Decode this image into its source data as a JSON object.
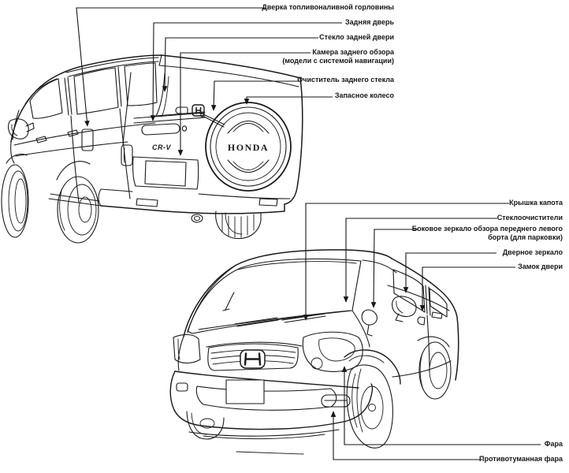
{
  "figure": {
    "type": "car-parts-diagram",
    "language": "ru",
    "views": [
      "rear three-quarter view",
      "front three-quarter view"
    ]
  },
  "rear_view": {
    "spare_wheel_brand": "HONDA",
    "model_badge": "CR-V",
    "callouts": [
      {
        "id": "fuel-filler-door",
        "label": "Дверка топливоналивной горловины"
      },
      {
        "id": "tailgate",
        "label": "Задняя дверь"
      },
      {
        "id": "tailgate-glass",
        "label": "Стекло задней двери"
      },
      {
        "id": "rear-view-camera",
        "label": "Камера заднего обзора",
        "label2": "(модели с системой навигации)"
      },
      {
        "id": "rear-wiper",
        "label": "Очиститель заднего стекла"
      },
      {
        "id": "spare-wheel",
        "label": "Запасное колесо"
      }
    ]
  },
  "front_view": {
    "callouts": [
      {
        "id": "hood",
        "label": "Крышка капота"
      },
      {
        "id": "windshield-wipers",
        "label": "Стеклоочистители"
      },
      {
        "id": "fender-parking-mirror",
        "label": "Боковое зеркало обзора переднего левого",
        "label2": "борта (для парковки)"
      },
      {
        "id": "door-mirror",
        "label": "Дверное зеркало"
      },
      {
        "id": "door-lock",
        "label": "Замок двери"
      },
      {
        "id": "headlight",
        "label": "Фара"
      },
      {
        "id": "fog-light",
        "label": "Противотуманная фара"
      }
    ]
  },
  "colors": {
    "ink": "#1a1a1a",
    "background": "#ffffff"
  }
}
